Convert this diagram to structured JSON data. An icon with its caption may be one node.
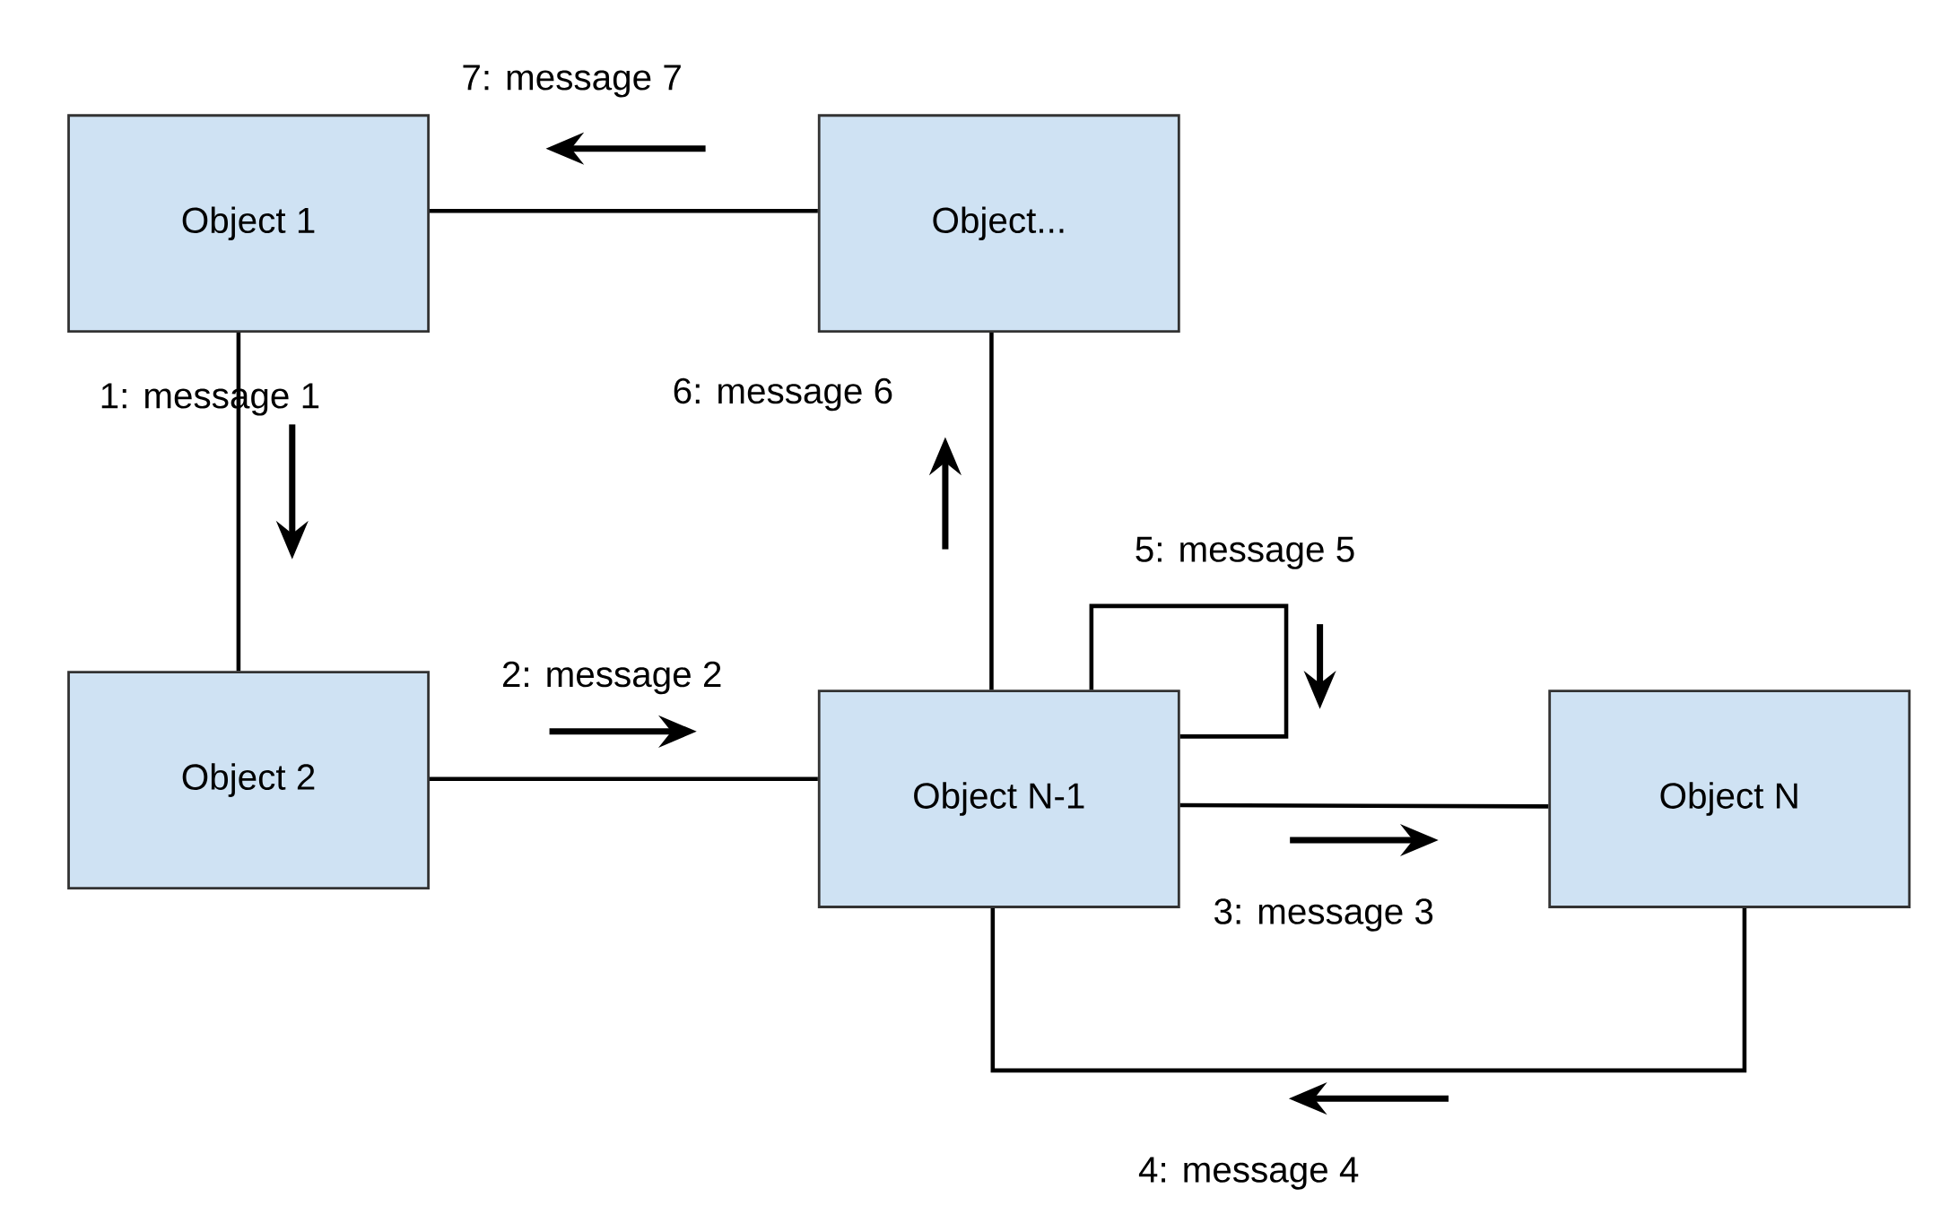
{
  "diagram": {
    "nodes": [
      {
        "text": [
          "Object 1"
        ]
      },
      {
        "text": [
          "Object..."
        ]
      },
      {
        "text": [
          "Object 2"
        ]
      },
      {
        "text": [
          "Object N-1"
        ]
      },
      {
        "text": [
          "Object N"
        ]
      }
    ],
    "edges": [
      {
        "from": 0,
        "to": 2,
        "arrow": "none",
        "label": "1: message 1"
      },
      {
        "from": 2,
        "to": 3,
        "arrow": "none",
        "label": "2: message 2"
      },
      {
        "from": 3,
        "to": 4,
        "arrow": "none",
        "label": "3: message 3"
      },
      {
        "from": 3,
        "to": 4,
        "arrow": "none",
        "label": "4: message 4"
      },
      {
        "from": 3,
        "to": 3,
        "arrow": "none",
        "label": "5: message 5"
      },
      {
        "from": 3,
        "to": 1,
        "arrow": "none",
        "label": "6: message 6"
      },
      {
        "from": 1,
        "to": 0,
        "arrow": "none",
        "label": "7: message 7"
      }
    ]
  }
}
